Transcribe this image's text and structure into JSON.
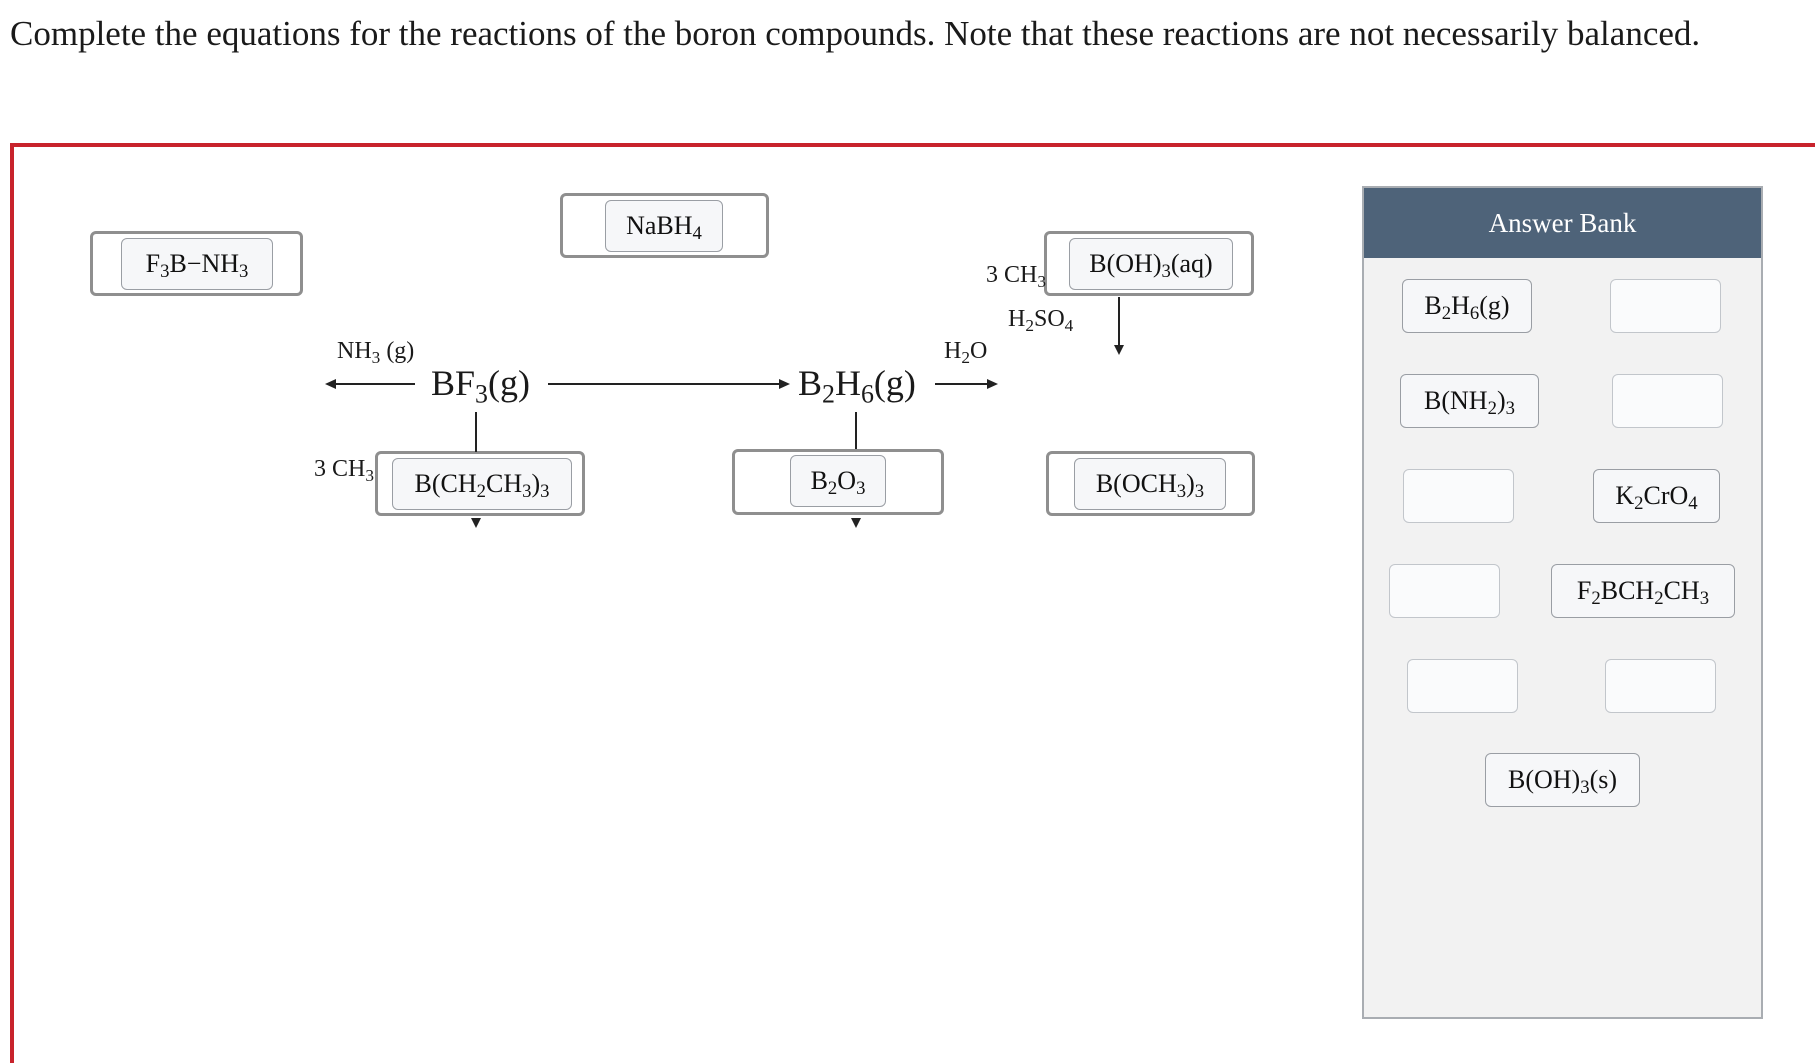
{
  "instructions": "Complete the equations for the reactions of the boron compounds. Note that these reactions are not necessarily balanced.",
  "scheme": {
    "center_left": "BF3(g)",
    "center_right": "B2H6(g)",
    "reagent_nh3": "NH3(g)",
    "reagent_h2o": "H2O",
    "reagent_h2so4": "H2SO4",
    "reagent_ch3_left": "3 CH3",
    "reagent_ch3_right": "3 CH3",
    "placed": {
      "top_left": "F3B−NH3",
      "top_middle": "NaBH4",
      "top_right": "B(OH)3(aq)",
      "bottom_left": "B(CH2CH3)3",
      "bottom_middle": "B2O3",
      "bottom_right": "B(OCH3)3"
    }
  },
  "answer_bank": {
    "title": "Answer Bank",
    "items": [
      "B2H6(g)",
      "",
      "B(NH2)3",
      "",
      "",
      "K2CrO4",
      "",
      "F2BCH2CH3",
      "",
      "",
      "B(OH)3(s)"
    ]
  },
  "colors": {
    "accent_border": "#c8232c",
    "bank_header": "#4e6379"
  }
}
